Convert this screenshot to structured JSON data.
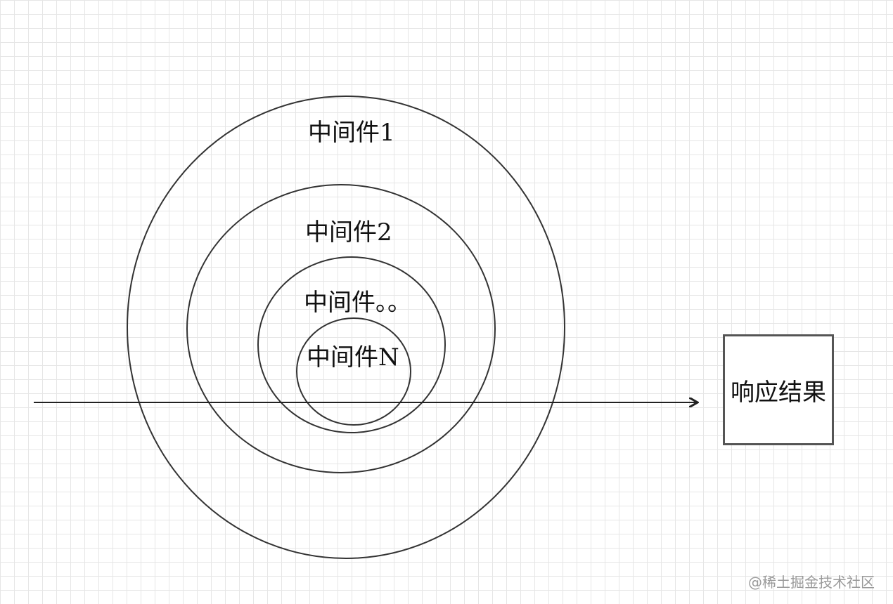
{
  "layers": [
    {
      "label": "中间件1"
    },
    {
      "label": "中间件2"
    },
    {
      "label": "中间件。。"
    },
    {
      "label": "中间件N"
    }
  ],
  "result": {
    "label": "响应结果"
  },
  "watermark": {
    "text": "@稀土掘金技术社区"
  },
  "colors": {
    "stroke": "#333333",
    "box_border": "#555555",
    "grid": "#e6e6e6",
    "text": "#111111"
  }
}
